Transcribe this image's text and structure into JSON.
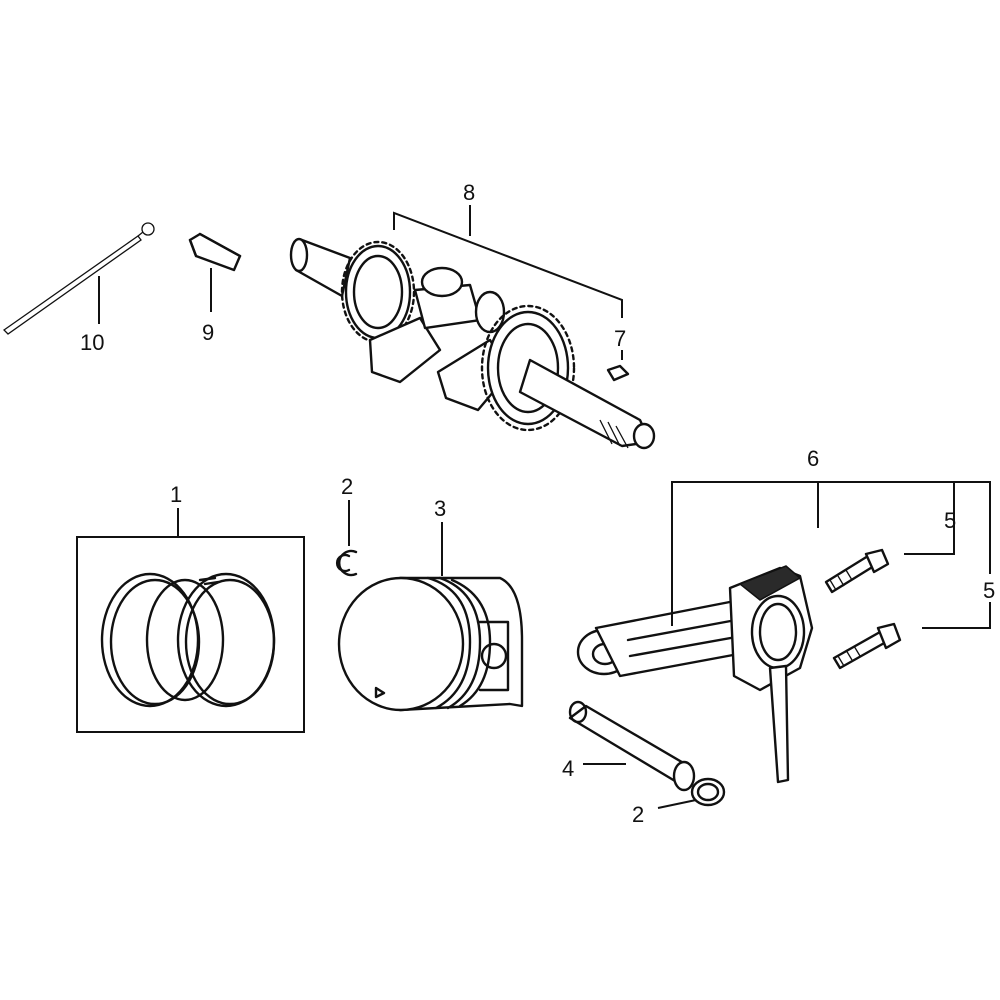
{
  "callouts": {
    "c1": "1",
    "c2a": "2",
    "c2b": "2",
    "c3": "3",
    "c4": "4",
    "c5a": "5",
    "c5b": "5",
    "c6": "6",
    "c7": "7",
    "c8": "8",
    "c9": "9",
    "c10": "10"
  },
  "colors": {
    "ink": "#111111",
    "background": "#ffffff"
  }
}
